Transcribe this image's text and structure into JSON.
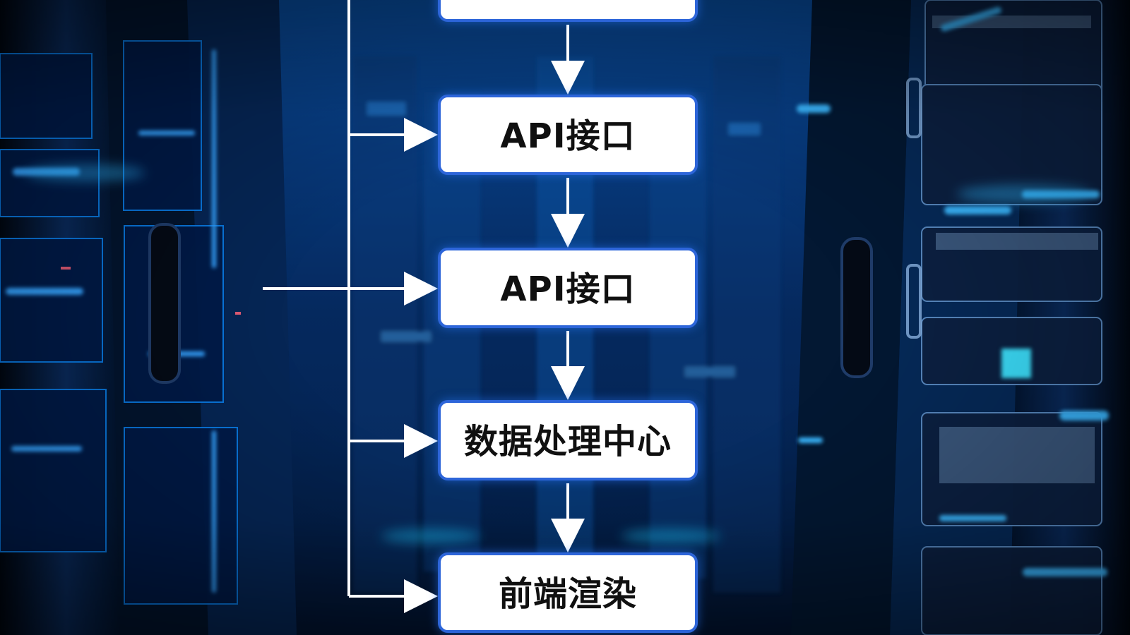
{
  "diagram": {
    "nodes": [
      {
        "id": "top",
        "label": ""
      },
      {
        "id": "api-1",
        "label": "API接口"
      },
      {
        "id": "api-2",
        "label": "API接口"
      },
      {
        "id": "data",
        "label": "数据处理中心"
      },
      {
        "id": "frontend",
        "label": "前端渲染"
      }
    ],
    "edges": [
      {
        "from": "top",
        "to": "api-1"
      },
      {
        "from": "api-1",
        "to": "api-2"
      },
      {
        "from": "api-2",
        "to": "data"
      },
      {
        "from": "data",
        "to": "frontend"
      },
      {
        "from": "left-trunk",
        "to": "api-1"
      },
      {
        "from": "left-trunk",
        "to": "api-2"
      },
      {
        "from": "left-trunk",
        "to": "data"
      },
      {
        "from": "left-trunk",
        "to": "frontend"
      },
      {
        "from": "left-server-rack",
        "to": "api-2"
      }
    ]
  },
  "background": {
    "scene": "data-center-server-racks",
    "accent_color": "#1f8fff",
    "glow_color": "#4fb3ff",
    "node_border_color": "#2d65d9",
    "node_fill_color": "#ffffff",
    "connector_color": "#ffffff"
  }
}
